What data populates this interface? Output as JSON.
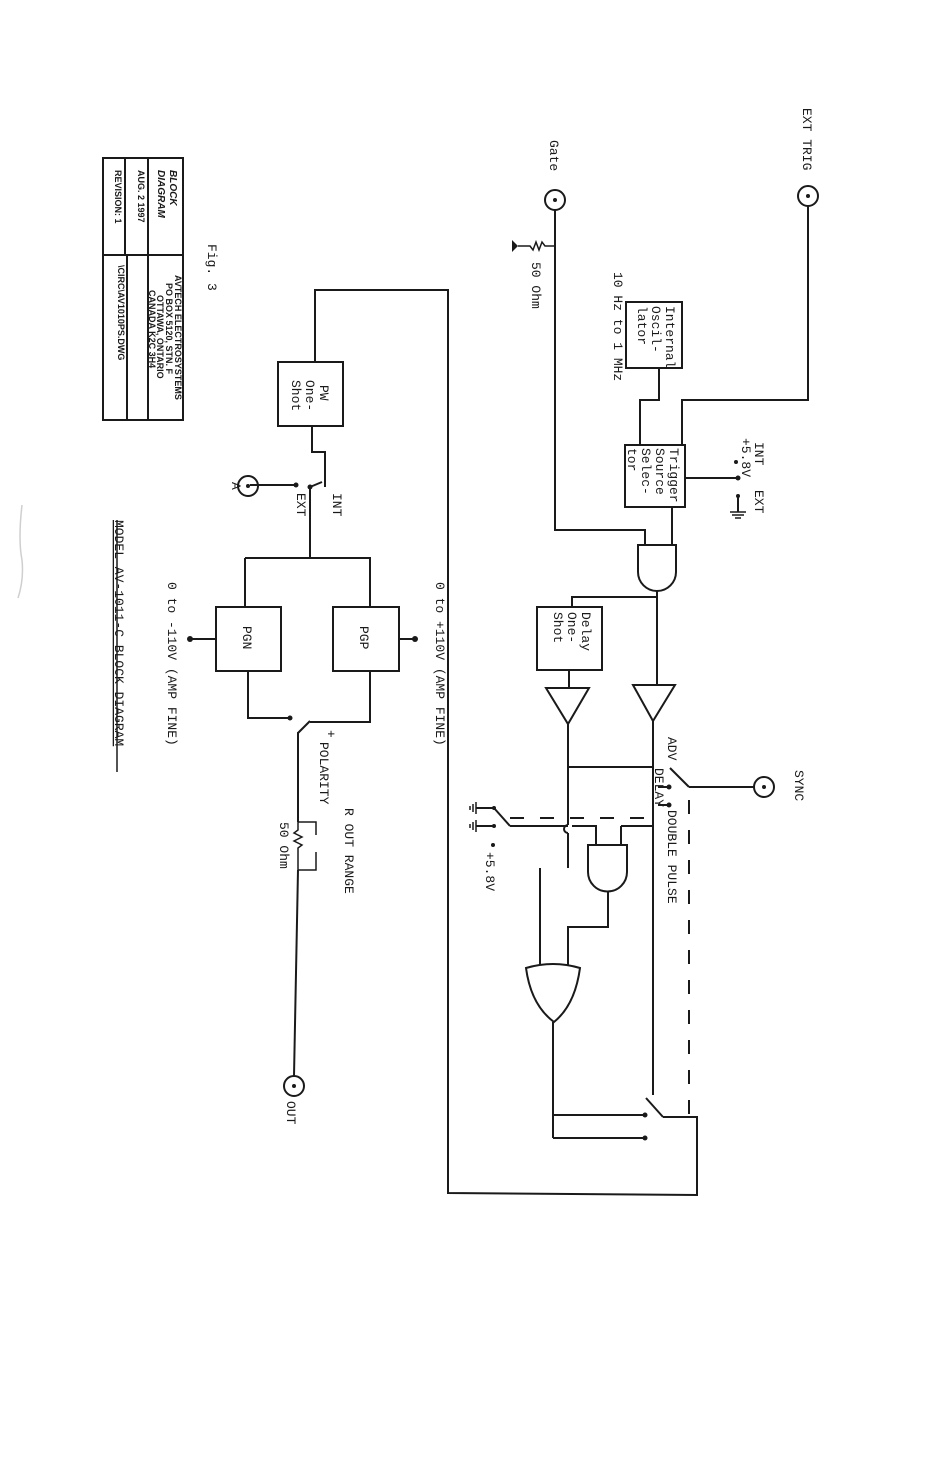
{
  "title": "MODEL AV-1011-C BLOCK DIAGRAM",
  "figure": "Fig. 3",
  "title_block": {
    "name_line1": "BLOCK",
    "name_line2": "DIAGRAM",
    "date": "AUG. 2  1997",
    "revision": "REVISION: 1",
    "company_line1": "AVTECH ELECTROSYSTEMS",
    "company_line2": "PO BOX 5120, STN. F",
    "company_line3": "OTTAWA, ONTARIO",
    "company_line4": "CANADA  K2C 3H4",
    "file": "\\CIRC\\AV1010PS.DWG"
  },
  "connectors": {
    "ext_trig": "EXT TRIG",
    "gate": "Gate",
    "sync": "SYNC",
    "a": "A",
    "out": "OUT"
  },
  "blocks": {
    "oscillator": [
      "Internal",
      "Oscil-",
      "lator"
    ],
    "trigger_selector": [
      "Trigger",
      "Source",
      "Selec-",
      "tor"
    ],
    "delay_oneshot": [
      "Delay",
      "One-",
      "Shot"
    ],
    "pw_oneshot": [
      "PW",
      "One-",
      "Shot"
    ],
    "pgp": "PGP",
    "pgn": "PGN"
  },
  "labels": {
    "osc_range": "10 Hz to 1 MHz",
    "gate_term": "50 Ohm",
    "int": "INT",
    "plus58": "+5.8V",
    "ext": "EXT",
    "adv": "ADV",
    "delay": "DELAY",
    "double_pulse": "DOUBLE PULSE",
    "plus58_b": "+5.8V",
    "pw_int": "INT",
    "pw_ext": "EXT",
    "pgp_range": "0 to +110V (AMP FINE)",
    "pgn_range": "0 to -110V (AMP FINE)",
    "pol_plus": "+",
    "pol_minus": "-",
    "polarity": "POLARITY",
    "rout_range": "R OUT RANGE",
    "out_term": "50 Ohm"
  }
}
